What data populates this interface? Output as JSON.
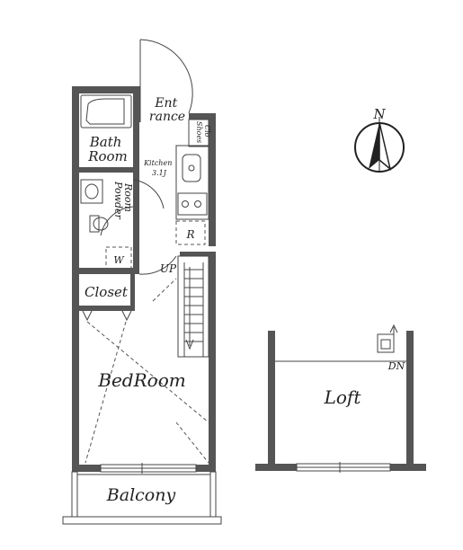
{
  "rooms": {
    "entrance": "Ent\nrance",
    "bath": "Bath\nRoom",
    "kitchen": "Kitchen\n3.1J",
    "shoes": "Shoes\nClo",
    "powder": "Powder\nRoom",
    "refrigerator": "R",
    "washer": "W",
    "up": "UP",
    "closet": "Closet",
    "bedroom": "BedRoom",
    "balcony": "Balcony",
    "loft": "Loft",
    "down": "DN"
  },
  "compass": {
    "label": "N"
  },
  "colors": {
    "wall": "#555555",
    "line": "#444444",
    "background": "#ffffff"
  }
}
